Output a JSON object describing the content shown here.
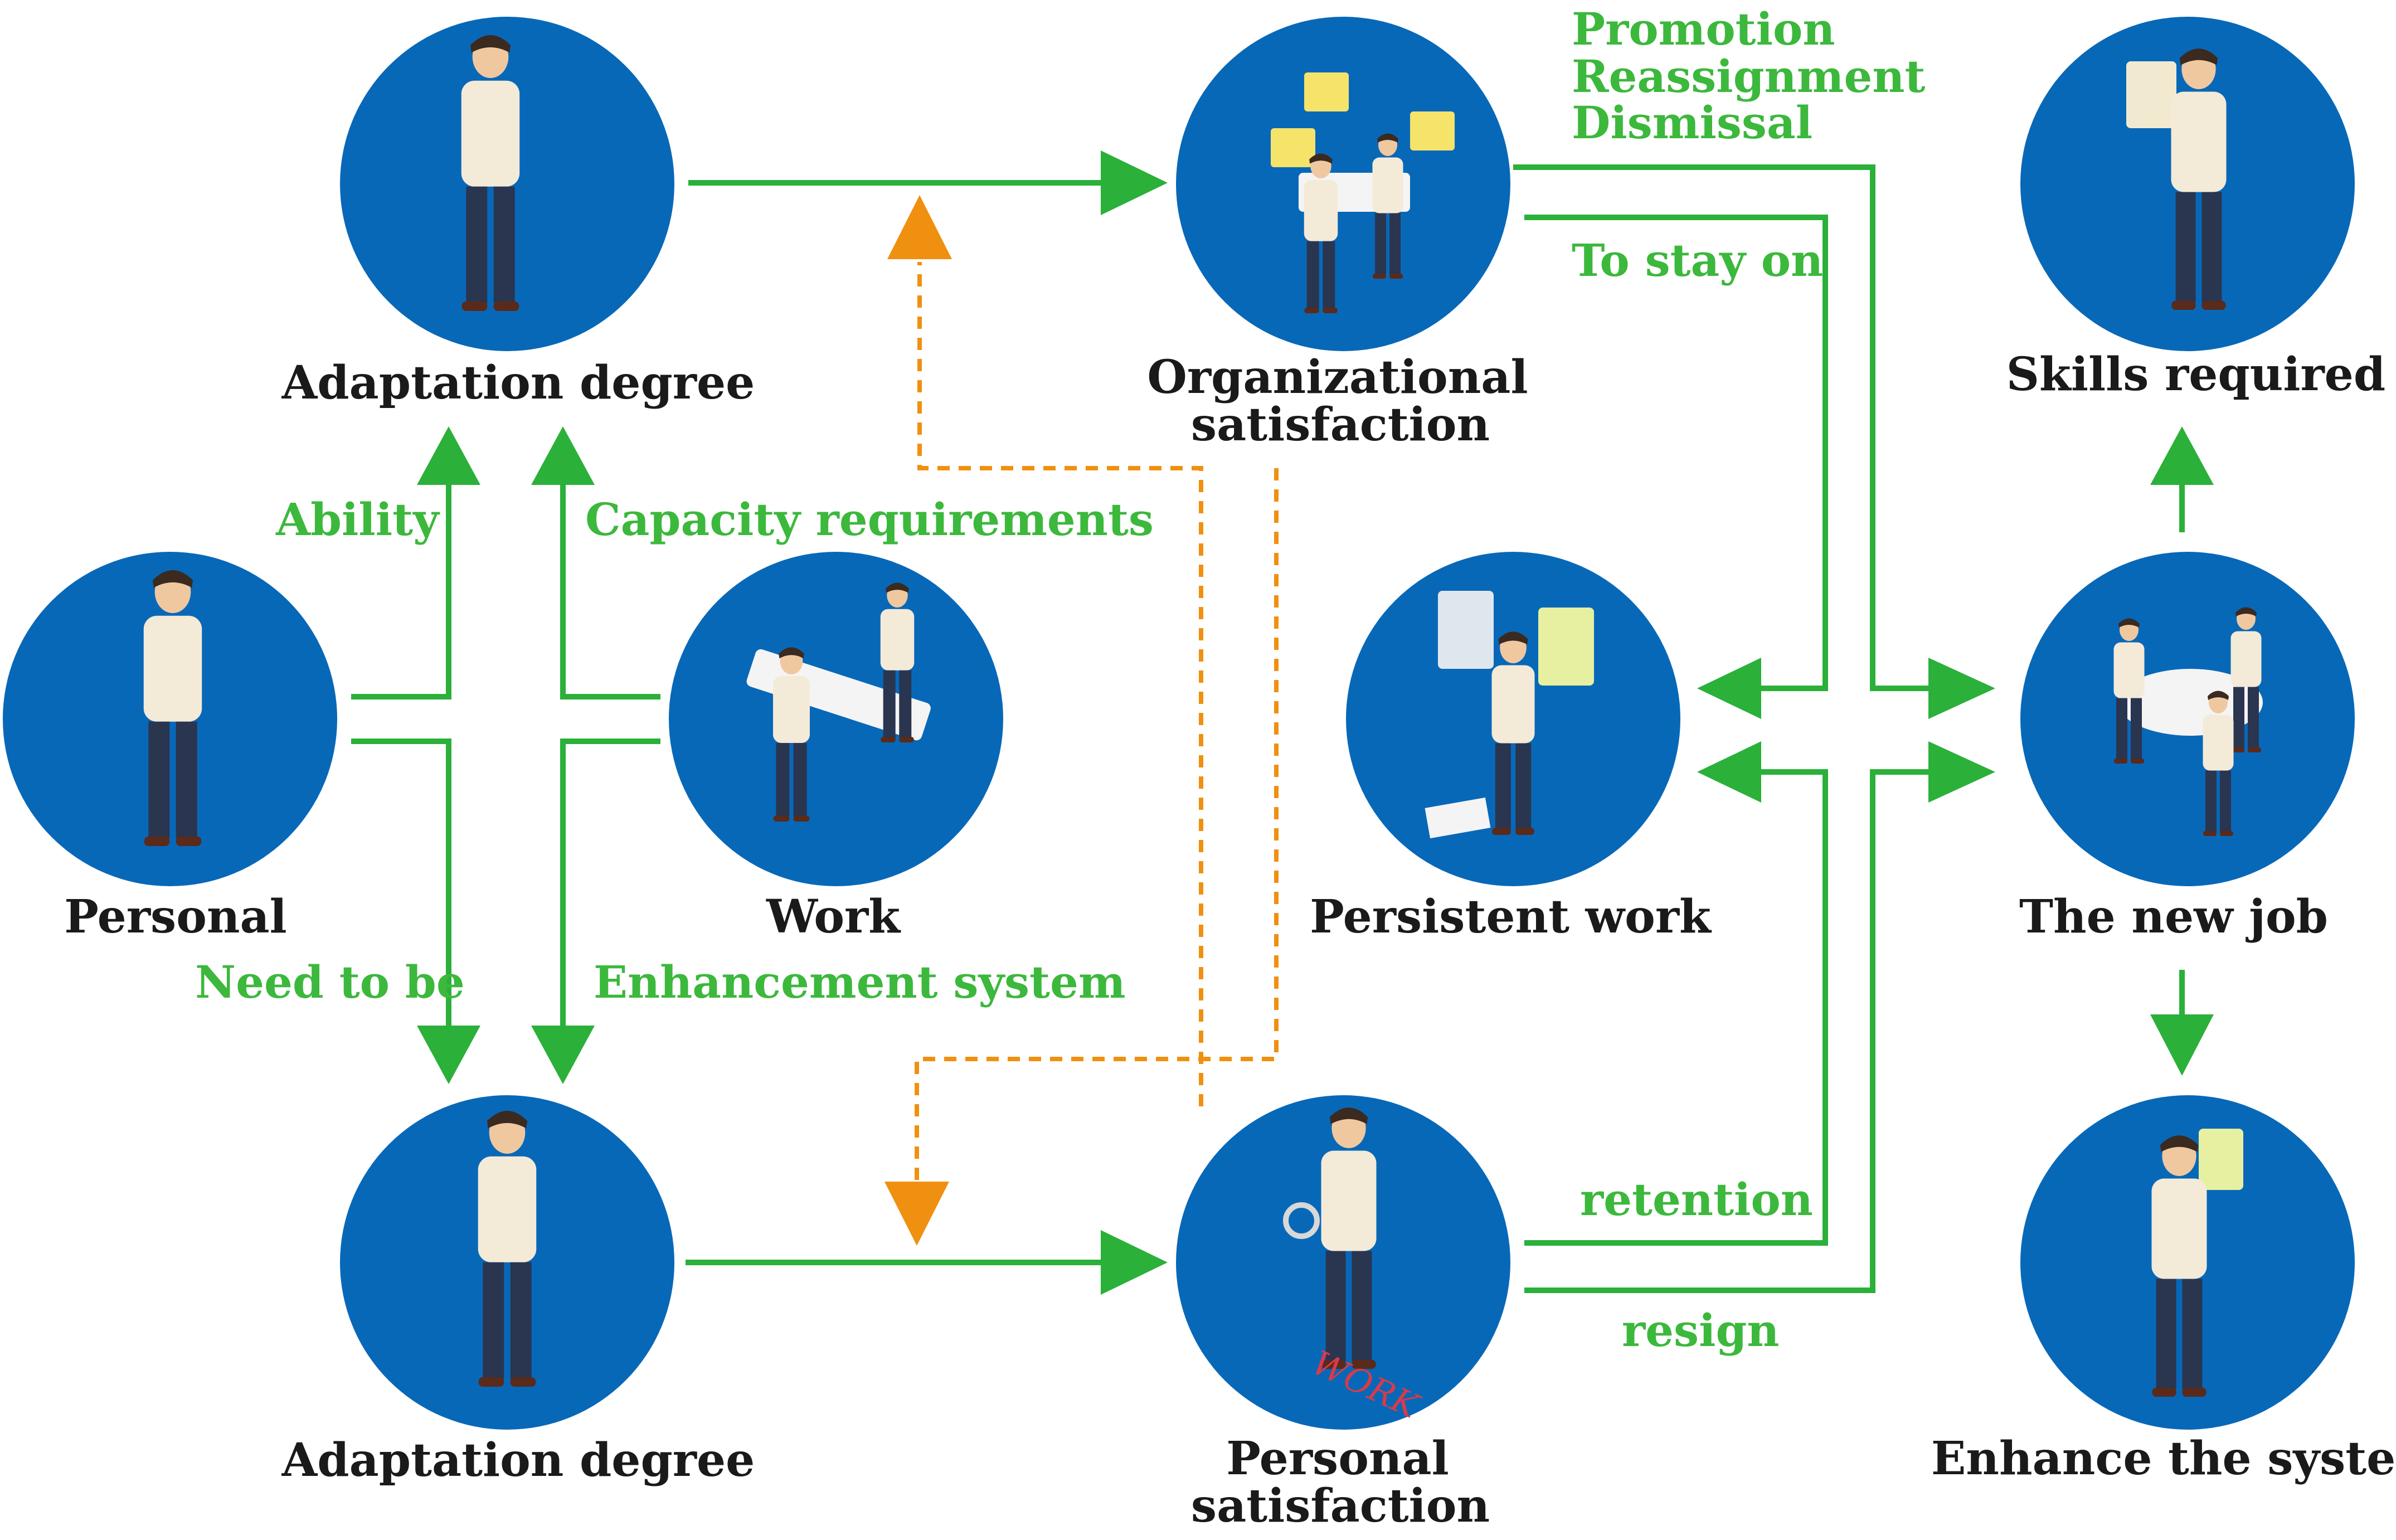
{
  "colors": {
    "circle": "#0868b8",
    "flow": "#2bb03a",
    "feedback": "#f09010",
    "label_green": "#3cb83c",
    "node_text": "#1a1a1a"
  },
  "nodes": {
    "adaptation_top": "Adaptation degree",
    "personal": "Personal",
    "work": "Work",
    "adaptation_bottom": "Adaptation degree",
    "org_satisfaction_line1": "Organizational",
    "org_satisfaction_line2": "satisfaction",
    "personal_satisfaction_line1": "Personal",
    "personal_satisfaction_line2": "satisfaction",
    "persistent_work": "Persistent work",
    "skills_required": "Skills required",
    "new_job": "The new job",
    "enhance_system": "Enhance the system"
  },
  "edge_labels": {
    "ability": "Ability",
    "capacity_requirements": "Capacity requirements",
    "need_to_be": "Need to be",
    "enhancement_system": "Enhancement system",
    "promotion": "Promotion",
    "reassignment": "Reassignment",
    "dismissal": "Dismissal",
    "to_stay_on": "To stay on",
    "retention": "retention",
    "resign": "resign"
  },
  "icons": {
    "adaptation_top": "standing-presenter-icon",
    "personal": "person-with-briefcase-icon",
    "work": "meeting-at-desk-icon",
    "adaptation_bottom": "standing-man-tie-icon",
    "org_satisfaction": "team-meeting-feedback-icon",
    "personal_satisfaction": "magnifier-search-work-icon",
    "persistent_work": "reading-documents-icon",
    "skills_required": "woman-with-checklist-icon",
    "new_job": "round-table-meeting-icon",
    "enhance_system": "man-with-checklist-icon"
  }
}
